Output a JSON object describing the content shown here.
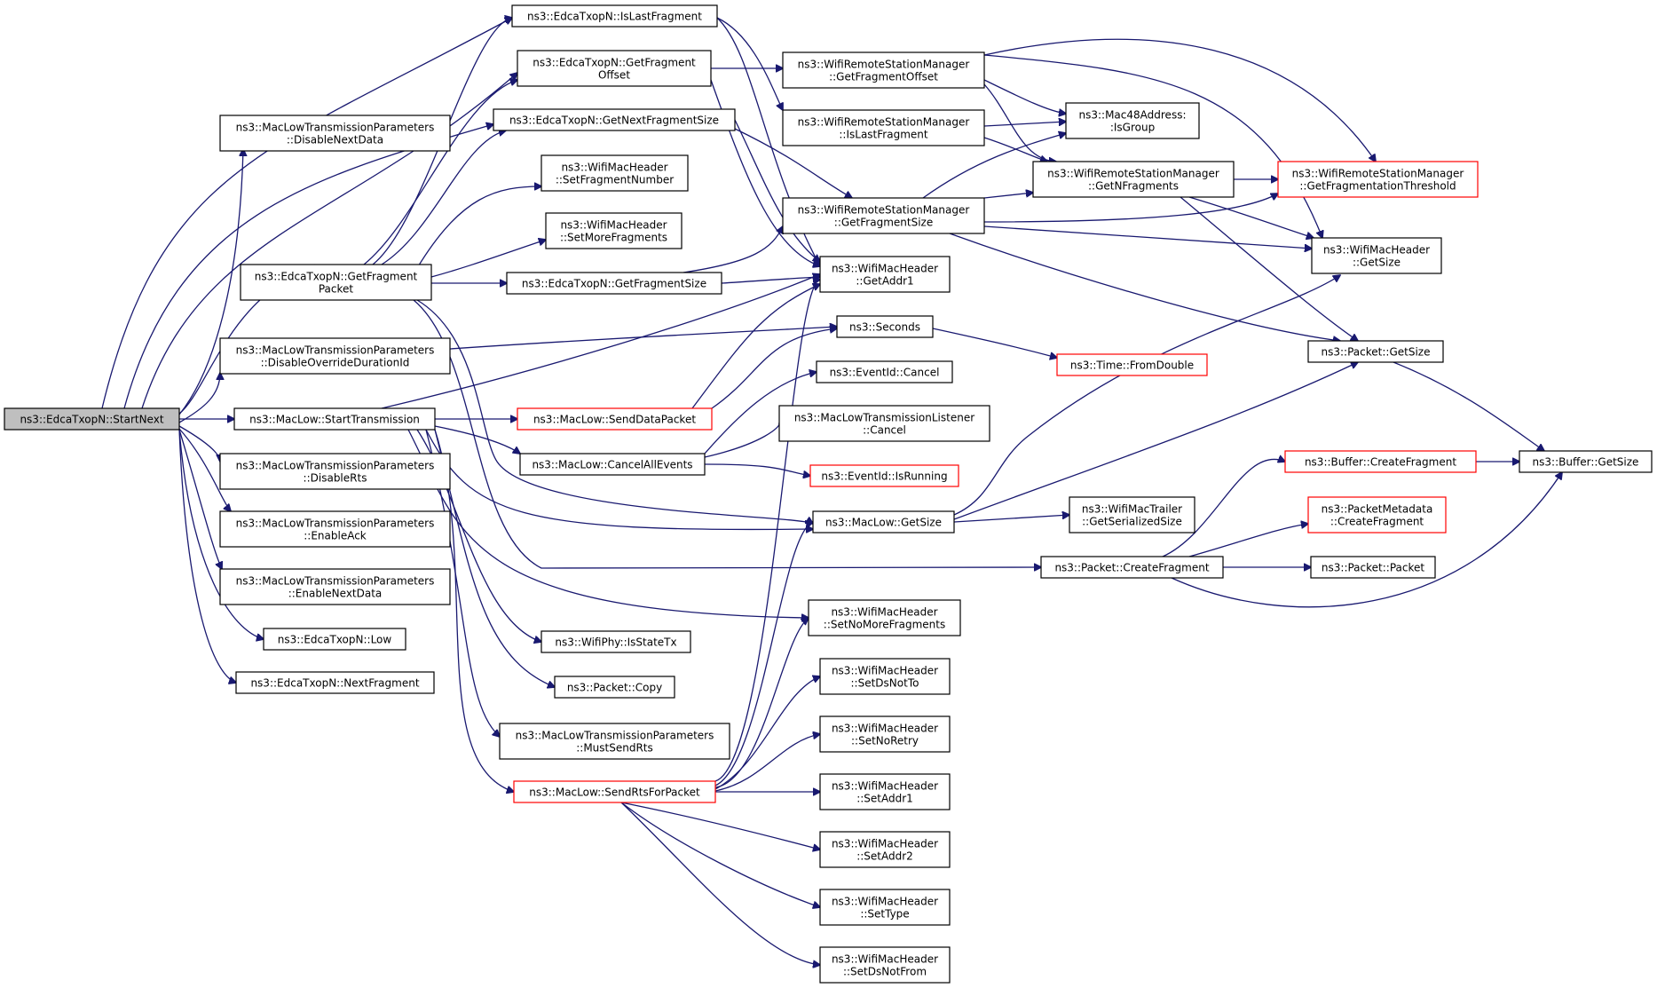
{
  "colors": {
    "edge": "#191970",
    "root_fill": "#bfbfbf",
    "node_border": "#000000",
    "incomplete_border": "#ff0000"
  },
  "nodes": {
    "startnext": [
      "ns3::EdcaTxopN::StartNext"
    ],
    "islastfrag": [
      "ns3::EdcaTxopN::IsLastFragment"
    ],
    "getfragoffset": [
      "ns3::EdcaTxopN::GetFragment",
      "Offset"
    ],
    "getnextfragsize": [
      "ns3::EdcaTxopN::GetNextFragmentSize"
    ],
    "disablenextdata": [
      "ns3::MacLowTransmissionParameters",
      "::DisableNextData"
    ],
    "setfragnum": [
      "ns3::WifiMacHeader",
      "::SetFragmentNumber"
    ],
    "setmorefrags": [
      "ns3::WifiMacHeader",
      "::SetMoreFragments"
    ],
    "getfragpacket": [
      "ns3::EdcaTxopN::GetFragment",
      "Packet"
    ],
    "edcagetfragsize": [
      "ns3::EdcaTxopN::GetFragmentSize"
    ],
    "disableoverride": [
      "ns3::MacLowTransmissionParameters",
      "::DisableOverrideDurationId"
    ],
    "starttransmission": [
      "ns3::MacLow::StartTransmission"
    ],
    "senddatapacket": [
      "ns3::MacLow::SendDataPacket"
    ],
    "cancelallevents": [
      "ns3::MacLow::CancelAllEvents"
    ],
    "disablerts": [
      "ns3::MacLowTransmissionParameters",
      "::DisableRts"
    ],
    "enableack": [
      "ns3::MacLowTransmissionParameters",
      "::EnableAck"
    ],
    "enablenextdata": [
      "ns3::MacLowTransmissionParameters",
      "::EnableNextData"
    ],
    "low": [
      "ns3::EdcaTxopN::Low"
    ],
    "nextfragment": [
      "ns3::EdcaTxopN::NextFragment"
    ],
    "isstatetx": [
      "ns3::WifiPhy::IsStateTx"
    ],
    "packetcopy": [
      "ns3::Packet::Copy"
    ],
    "mustsendrts": [
      "ns3::MacLowTransmissionParameters",
      "::MustSendRts"
    ],
    "sendrts": [
      "ns3::MacLow::SendRtsForPacket"
    ],
    "wrsmgetfragoffset": [
      "ns3::WifiRemoteStationManager",
      "::GetFragmentOffset"
    ],
    "wrsmislastfrag": [
      "ns3::WifiRemoteStationManager",
      "::IsLastFragment"
    ],
    "wrsmgetfragsize": [
      "ns3::WifiRemoteStationManager",
      "::GetFragmentSize"
    ],
    "getaddr1": [
      "ns3::WifiMacHeader",
      "::GetAddr1"
    ],
    "seconds": [
      "ns3::Seconds"
    ],
    "eventidcancel": [
      "ns3::EventId::Cancel"
    ],
    "listenercancel": [
      "ns3::MacLowTransmissionListener",
      "::Cancel"
    ],
    "isrunning": [
      "ns3::EventId::IsRunning"
    ],
    "maclowgetsize": [
      "ns3::MacLow::GetSize"
    ],
    "setnomorefrags": [
      "ns3::WifiMacHeader",
      "::SetNoMoreFragments"
    ],
    "setdsnotto": [
      "ns3::WifiMacHeader",
      "::SetDsNotTo"
    ],
    "setnoretry": [
      "ns3::WifiMacHeader",
      "::SetNoRetry"
    ],
    "setaddr1": [
      "ns3::WifiMacHeader",
      "::SetAddr1"
    ],
    "setaddr2": [
      "ns3::WifiMacHeader",
      "::SetAddr2"
    ],
    "settype": [
      "ns3::WifiMacHeader",
      "::SetType"
    ],
    "setdsnotfrom": [
      "ns3::WifiMacHeader",
      "::SetDsNotFrom"
    ],
    "isgroup": [
      "ns3::Mac48Address:",
      ":IsGroup"
    ],
    "getnfrags": [
      "ns3::WifiRemoteStationManager",
      "::GetNFragments"
    ],
    "fromdouble": [
      "ns3::Time::FromDouble"
    ],
    "trailersize": [
      "ns3::WifiMacTrailer",
      "::GetSerializedSize"
    ],
    "packetcreatefrag": [
      "ns3::Packet::CreateFragment"
    ],
    "fragthreshold": [
      "ns3::WifiRemoteStationManager",
      "::GetFragmentationThreshold"
    ],
    "hdrgetsize": [
      "ns3::WifiMacHeader",
      "::GetSize"
    ],
    "packetgetsize": [
      "ns3::Packet::GetSize"
    ],
    "buffercreatefrag": [
      "ns3::Buffer::CreateFragment"
    ],
    "metadatacreatefrag": [
      "ns3::PacketMetadata",
      "::CreateFragment"
    ],
    "packetpacket": [
      "ns3::Packet::Packet"
    ],
    "buffergetsize": [
      "ns3::Buffer::GetSize"
    ]
  }
}
